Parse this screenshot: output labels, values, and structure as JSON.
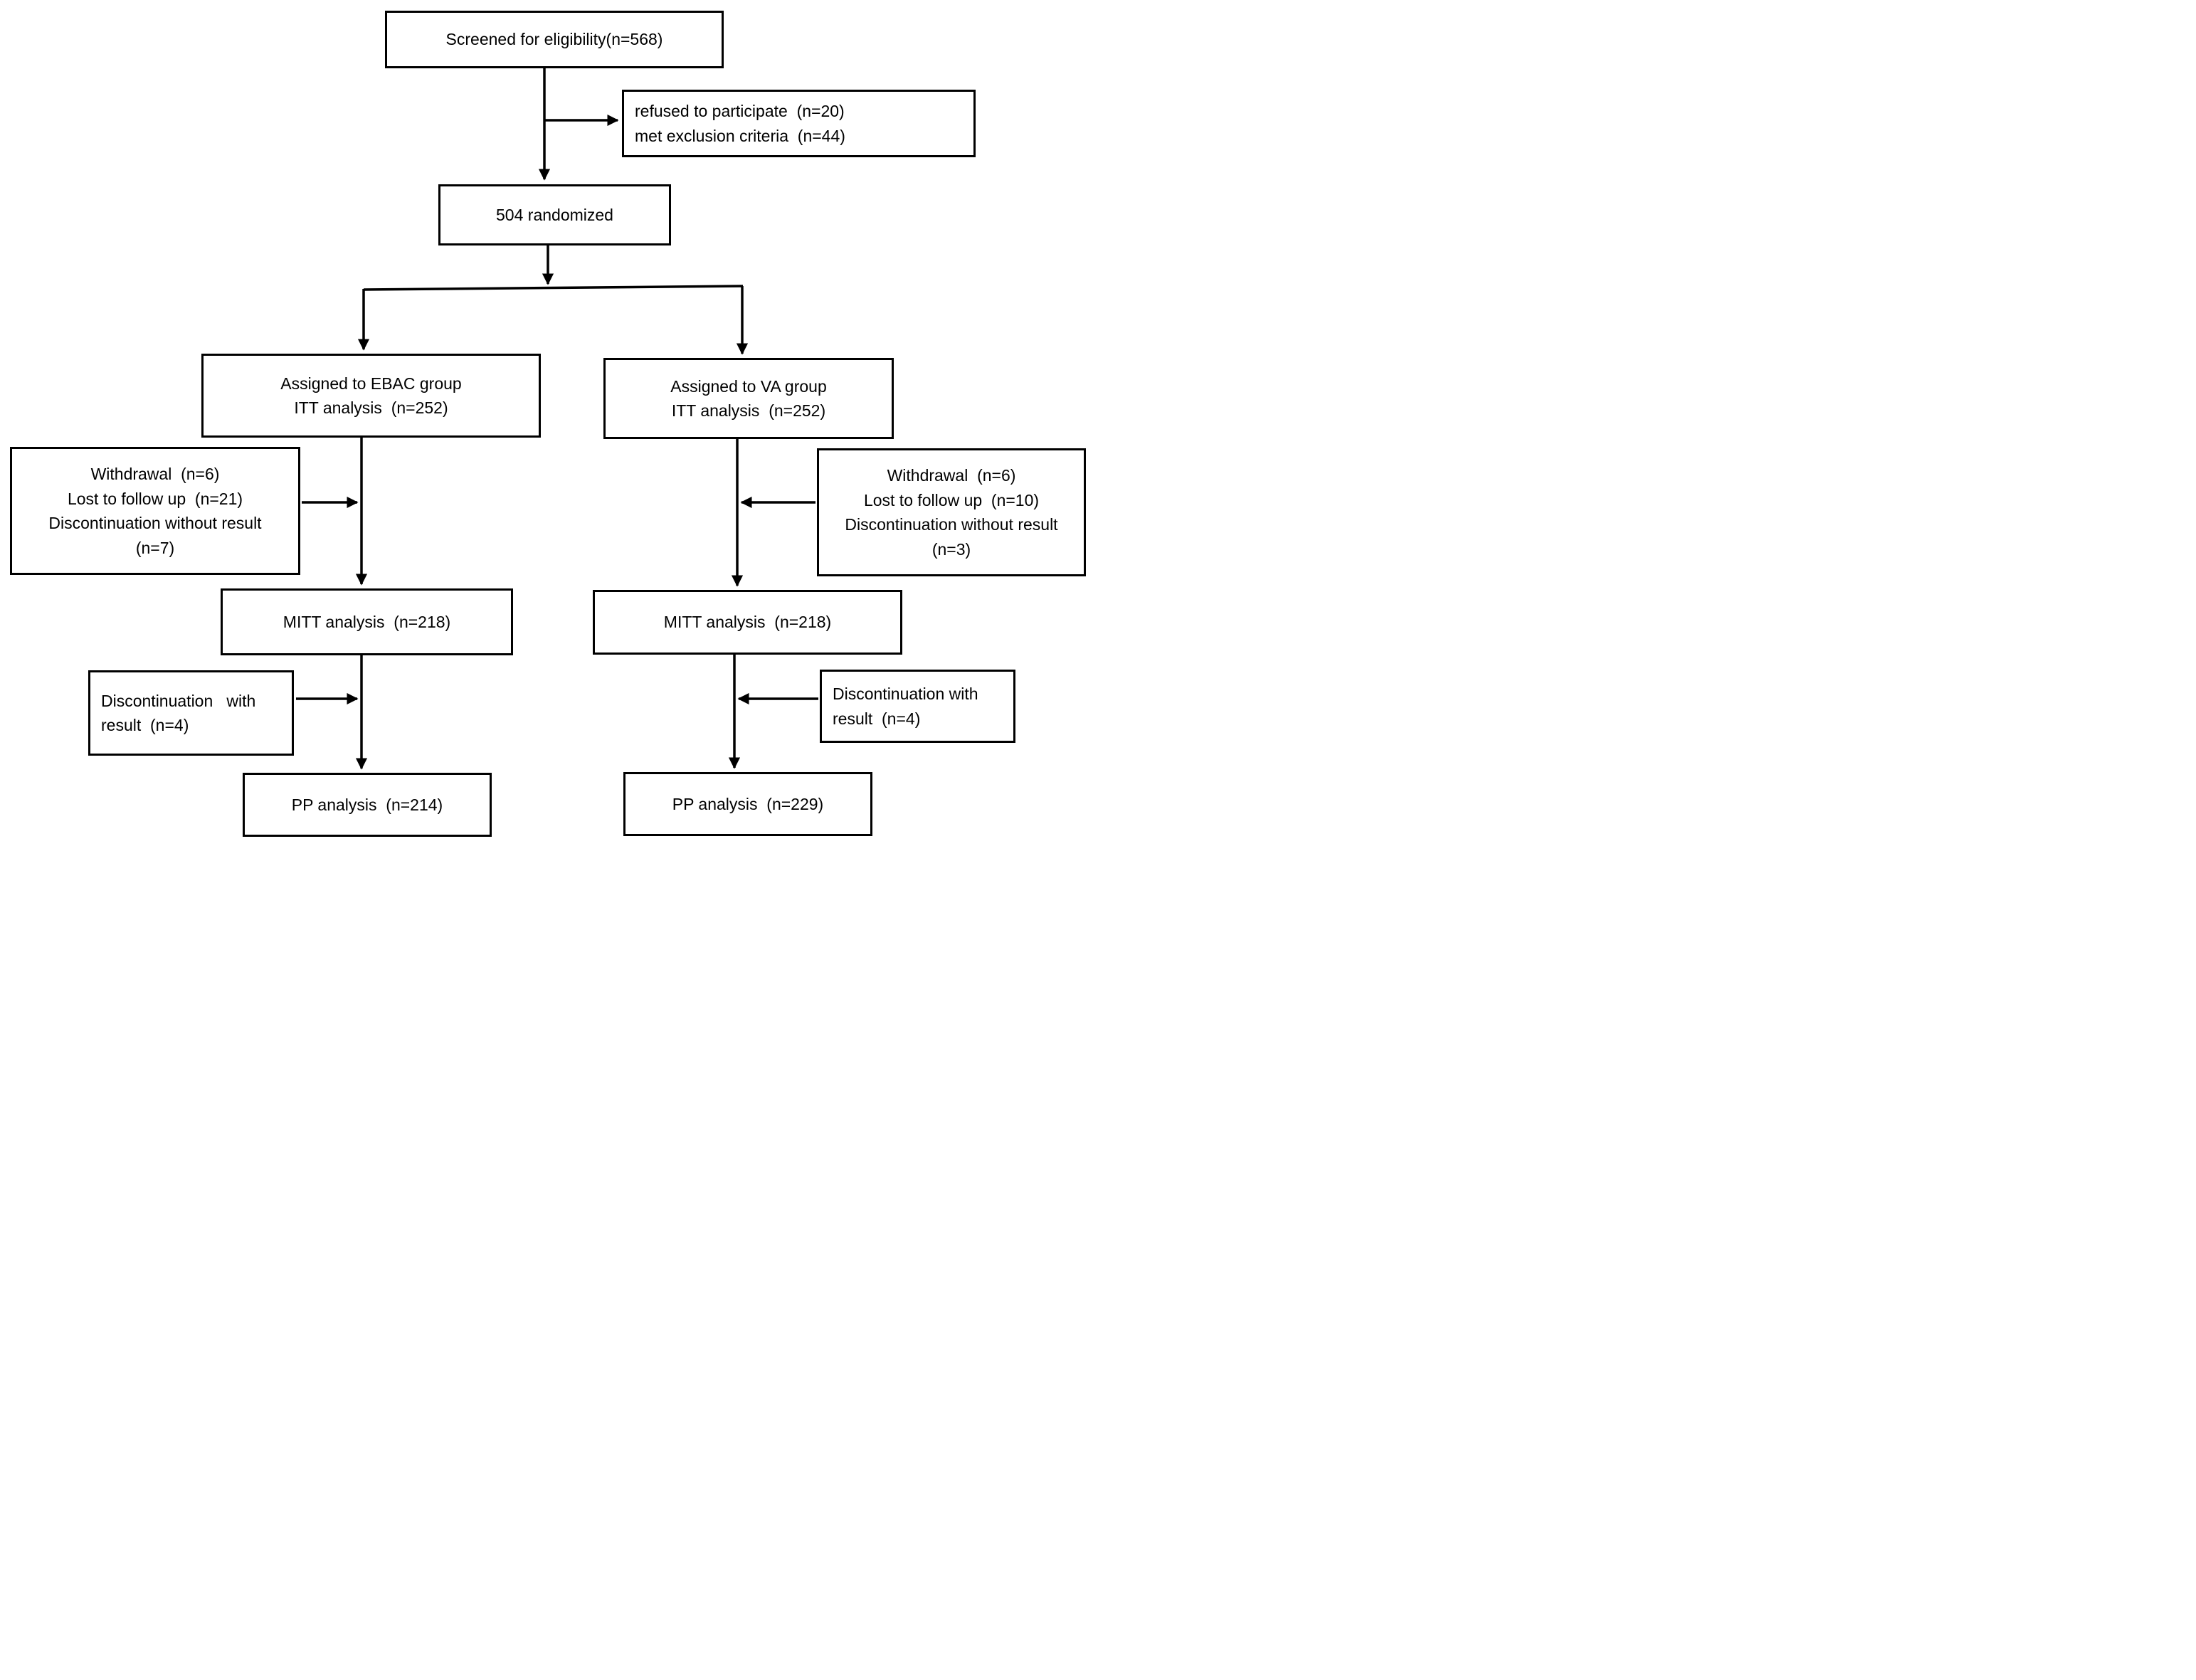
{
  "diagram_type": "consort-flow",
  "colors": {
    "line": "#000000",
    "text": "#000000",
    "background": "#ffffff"
  },
  "nodes": {
    "screened": {
      "lines": [
        "Screened for eligibility(n=568)"
      ]
    },
    "excluded": {
      "lines": [
        "refused to participate  (n=20)",
        "met exclusion criteria  (n=44)"
      ]
    },
    "randomized": {
      "lines": [
        "504 randomized"
      ]
    },
    "ebac_assigned": {
      "lines": [
        "Assigned to EBAC group",
        "ITT analysis  (n=252)"
      ]
    },
    "va_assigned": {
      "lines": [
        "Assigned to VA group",
        "ITT analysis  (n=252)"
      ]
    },
    "ebac_withdrawal": {
      "lines": [
        "Withdrawal  (n=6)",
        "Lost to follow up  (n=21)",
        "Discontinuation without result",
        "(n=7)"
      ]
    },
    "va_withdrawal": {
      "lines": [
        "Withdrawal  (n=6)",
        "Lost to follow up  (n=10)",
        "Discontinuation without result",
        "(n=3)"
      ]
    },
    "ebac_mitt": {
      "lines": [
        "MITT analysis  (n=218)"
      ]
    },
    "va_mitt": {
      "lines": [
        "MITT analysis  (n=218)"
      ]
    },
    "ebac_discontinuation": {
      "lines": [
        "Discontinuation   with",
        "result  (n=4)"
      ]
    },
    "va_discontinuation": {
      "lines": [
        "Discontinuation with",
        "result  (n=4)"
      ]
    },
    "ebac_pp": {
      "lines": [
        "PP analysis  (n=214)"
      ]
    },
    "va_pp": {
      "lines": [
        "PP analysis  (n=229)"
      ]
    }
  },
  "edges": [
    {
      "from": "screened",
      "to": "randomized"
    },
    {
      "from": "screened",
      "to": "excluded"
    },
    {
      "from": "randomized",
      "to": "ebac_assigned"
    },
    {
      "from": "randomized",
      "to": "va_assigned"
    },
    {
      "from": "ebac_assigned",
      "to": "ebac_mitt"
    },
    {
      "from": "ebac_withdrawal",
      "to": "ebac_mitt_path"
    },
    {
      "from": "va_assigned",
      "to": "va_mitt"
    },
    {
      "from": "va_withdrawal",
      "to": "va_mitt_path"
    },
    {
      "from": "ebac_mitt",
      "to": "ebac_pp"
    },
    {
      "from": "ebac_discontinuation",
      "to": "ebac_pp_path"
    },
    {
      "from": "va_mitt",
      "to": "va_pp"
    },
    {
      "from": "va_discontinuation",
      "to": "va_pp_path"
    }
  ]
}
